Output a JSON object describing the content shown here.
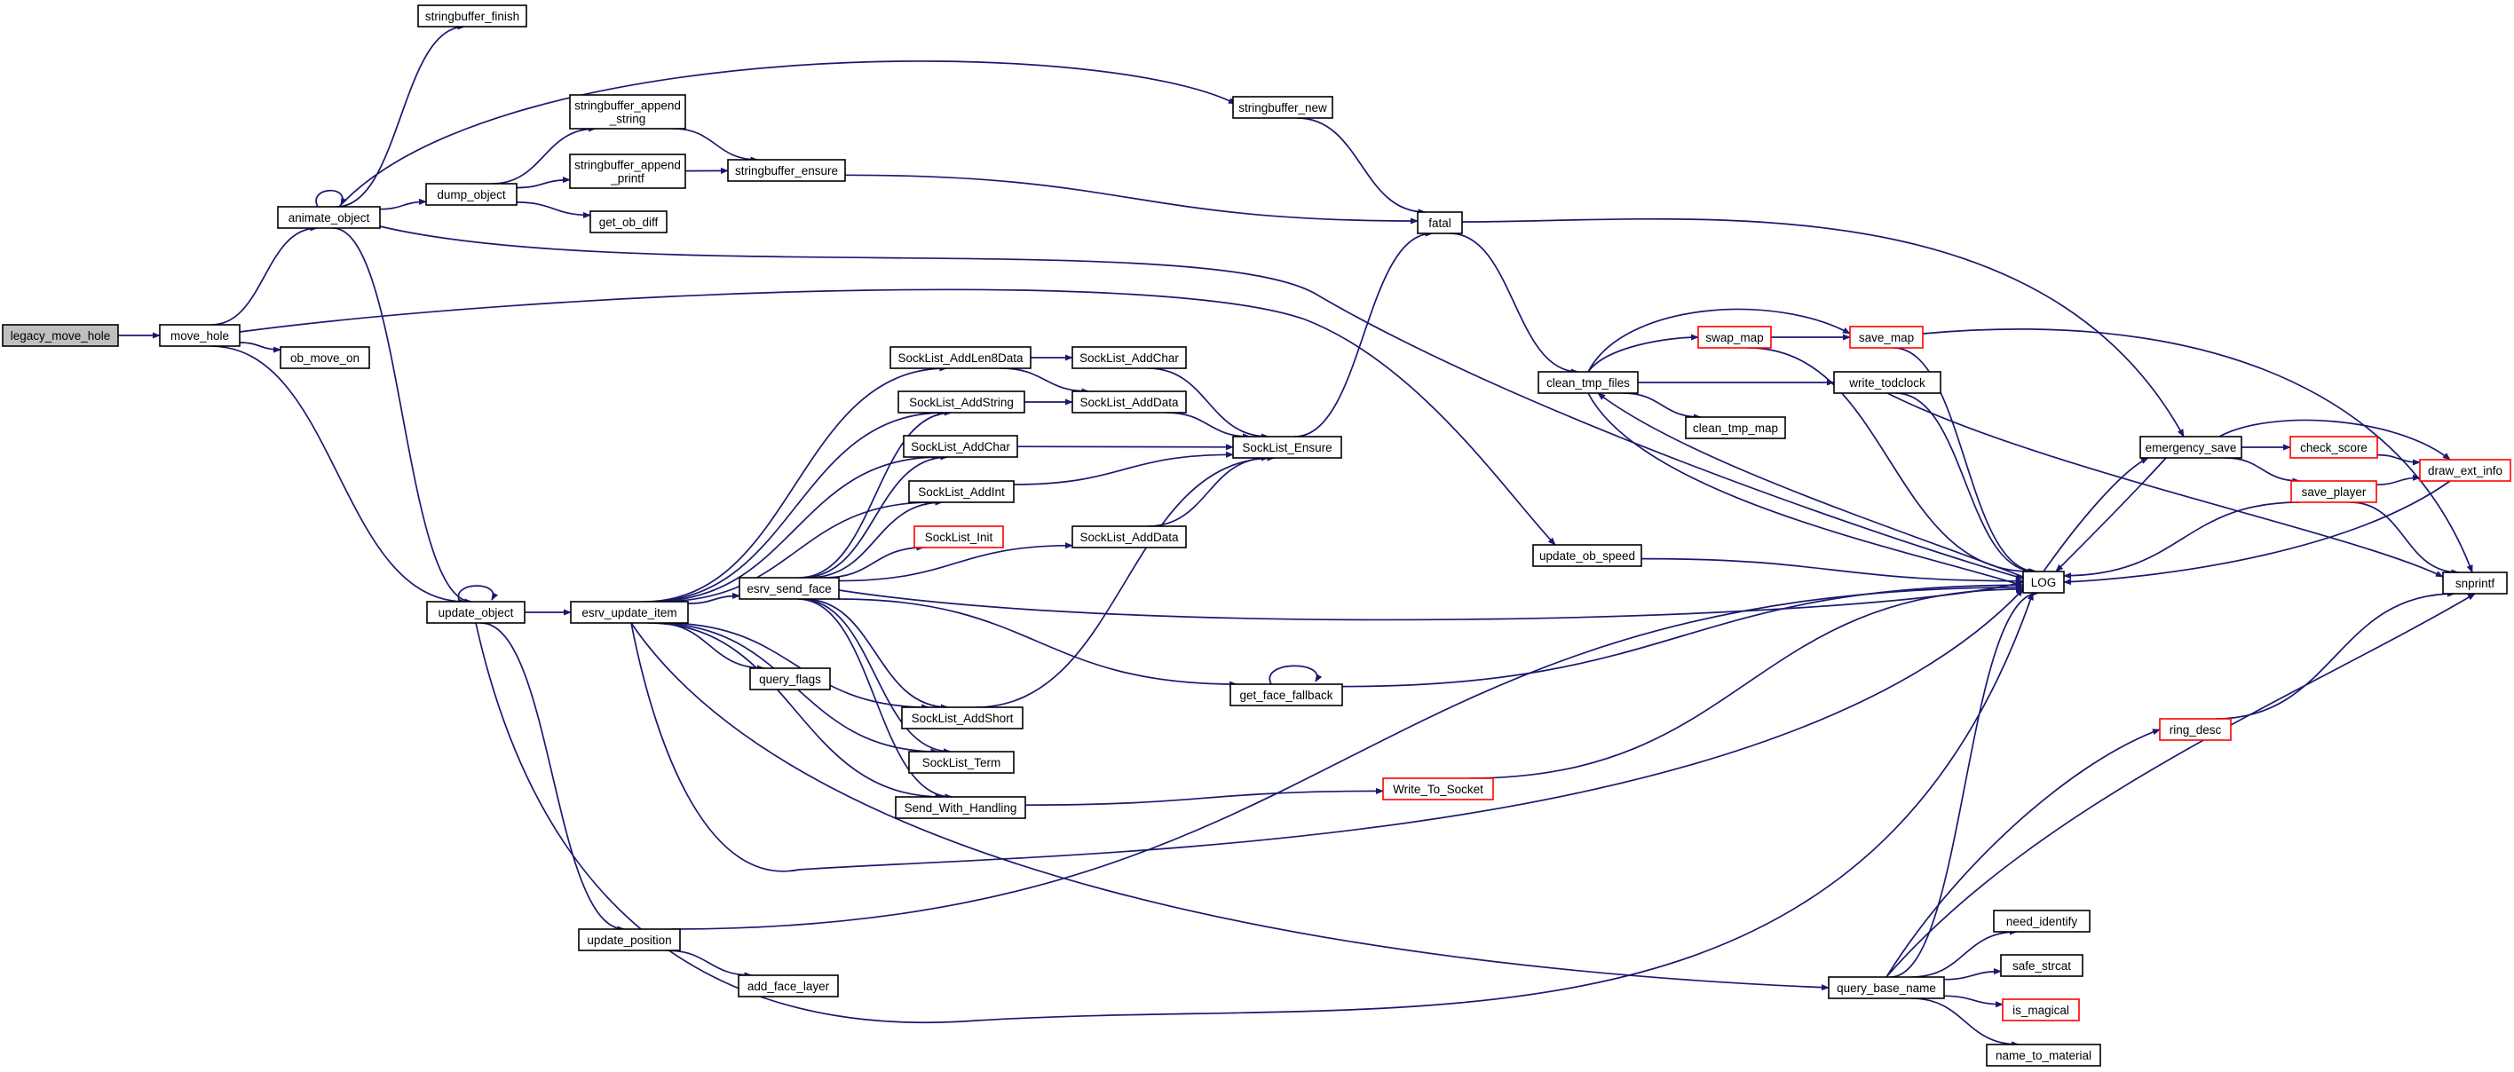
{
  "graph": {
    "kind": "doxygen-call-graph",
    "colors": {
      "edge": "#191970",
      "root_fill": "#bfbfbf",
      "truncated_border": "#ff0000",
      "node_border": "#000000"
    },
    "nodes": [
      {
        "id": "legacy_move_hole",
        "lines": [
          "legacy_move_hole"
        ],
        "style": "root"
      },
      {
        "id": "move_hole",
        "lines": [
          "move_hole"
        ]
      },
      {
        "id": "animate_object",
        "lines": [
          "animate_object"
        ]
      },
      {
        "id": "ob_move_on",
        "lines": [
          "ob_move_on"
        ]
      },
      {
        "id": "update_object",
        "lines": [
          "update_object"
        ]
      },
      {
        "id": "stringbuffer_finish",
        "lines": [
          "stringbuffer_finish"
        ]
      },
      {
        "id": "dump_object",
        "lines": [
          "dump_object"
        ]
      },
      {
        "id": "sb_append_string",
        "lines": [
          "stringbuffer_append",
          "_string"
        ]
      },
      {
        "id": "sb_append_printf",
        "lines": [
          "stringbuffer_append",
          "_printf"
        ]
      },
      {
        "id": "get_ob_diff",
        "lines": [
          "get_ob_diff"
        ]
      },
      {
        "id": "stringbuffer_ensure",
        "lines": [
          "stringbuffer_ensure"
        ]
      },
      {
        "id": "stringbuffer_new",
        "lines": [
          "stringbuffer_new"
        ]
      },
      {
        "id": "fatal",
        "lines": [
          "fatal"
        ]
      },
      {
        "id": "esrv_update_item",
        "lines": [
          "esrv_update_item"
        ]
      },
      {
        "id": "SockList_AddLen8Data",
        "lines": [
          "SockList_AddLen8Data"
        ]
      },
      {
        "id": "SockList_AddString",
        "lines": [
          "SockList_AddString"
        ]
      },
      {
        "id": "SockList_AddChar_a",
        "lines": [
          "SockList_AddChar"
        ]
      },
      {
        "id": "SockList_AddInt",
        "lines": [
          "SockList_AddInt"
        ]
      },
      {
        "id": "SockList_Init",
        "lines": [
          "SockList_Init"
        ],
        "style": "truncated"
      },
      {
        "id": "esrv_send_face",
        "lines": [
          "esrv_send_face"
        ]
      },
      {
        "id": "query_flags",
        "lines": [
          "query_flags"
        ]
      },
      {
        "id": "SockList_AddShort",
        "lines": [
          "SockList_AddShort"
        ]
      },
      {
        "id": "SockList_Term",
        "lines": [
          "SockList_Term"
        ]
      },
      {
        "id": "Send_With_Handling",
        "lines": [
          "Send_With_Handling"
        ]
      },
      {
        "id": "SockList_AddChar_b",
        "lines": [
          "SockList_AddChar"
        ]
      },
      {
        "id": "SockList_AddData_a",
        "lines": [
          "SockList_AddData"
        ]
      },
      {
        "id": "SockList_AddData_b",
        "lines": [
          "SockList_AddData"
        ]
      },
      {
        "id": "SockList_Ensure",
        "lines": [
          "SockList_Ensure"
        ]
      },
      {
        "id": "get_face_fallback",
        "lines": [
          "get_face_fallback"
        ]
      },
      {
        "id": "Write_To_Socket",
        "lines": [
          "Write_To_Socket"
        ],
        "style": "truncated"
      },
      {
        "id": "update_ob_speed",
        "lines": [
          "update_ob_speed"
        ]
      },
      {
        "id": "clean_tmp_files",
        "lines": [
          "clean_tmp_files"
        ]
      },
      {
        "id": "swap_map",
        "lines": [
          "swap_map"
        ],
        "style": "truncated"
      },
      {
        "id": "save_map",
        "lines": [
          "save_map"
        ],
        "style": "truncated"
      },
      {
        "id": "write_todclock",
        "lines": [
          "write_todclock"
        ]
      },
      {
        "id": "clean_tmp_map",
        "lines": [
          "clean_tmp_map"
        ]
      },
      {
        "id": "LOG",
        "lines": [
          "LOG"
        ]
      },
      {
        "id": "emergency_save",
        "lines": [
          "emergency_save"
        ]
      },
      {
        "id": "check_score",
        "lines": [
          "check_score"
        ],
        "style": "truncated"
      },
      {
        "id": "save_player",
        "lines": [
          "save_player"
        ],
        "style": "truncated"
      },
      {
        "id": "draw_ext_info",
        "lines": [
          "draw_ext_info"
        ],
        "style": "truncated"
      },
      {
        "id": "snprintf",
        "lines": [
          "snprintf"
        ]
      },
      {
        "id": "update_position",
        "lines": [
          "update_position"
        ]
      },
      {
        "id": "add_face_layer",
        "lines": [
          "add_face_layer"
        ]
      },
      {
        "id": "query_base_name",
        "lines": [
          "query_base_name"
        ]
      },
      {
        "id": "ring_desc",
        "lines": [
          "ring_desc"
        ],
        "style": "truncated"
      },
      {
        "id": "need_identify",
        "lines": [
          "need_identify"
        ]
      },
      {
        "id": "safe_strcat",
        "lines": [
          "safe_strcat"
        ]
      },
      {
        "id": "is_magical",
        "lines": [
          "is_magical"
        ],
        "style": "truncated"
      },
      {
        "id": "name_to_material",
        "lines": [
          "name_to_material"
        ]
      }
    ],
    "edges": [
      [
        "legacy_move_hole",
        "move_hole"
      ],
      [
        "move_hole",
        "animate_object"
      ],
      [
        "move_hole",
        "ob_move_on"
      ],
      [
        "move_hole",
        "update_object"
      ],
      [
        "move_hole",
        "update_ob_speed"
      ],
      [
        "animate_object",
        "animate_object"
      ],
      [
        "animate_object",
        "stringbuffer_finish"
      ],
      [
        "animate_object",
        "dump_object"
      ],
      [
        "animate_object",
        "stringbuffer_new"
      ],
      [
        "animate_object",
        "update_object"
      ],
      [
        "animate_object",
        "LOG"
      ],
      [
        "dump_object",
        "sb_append_string"
      ],
      [
        "dump_object",
        "sb_append_printf"
      ],
      [
        "dump_object",
        "get_ob_diff"
      ],
      [
        "sb_append_string",
        "stringbuffer_ensure"
      ],
      [
        "sb_append_printf",
        "stringbuffer_ensure"
      ],
      [
        "stringbuffer_ensure",
        "fatal"
      ],
      [
        "stringbuffer_new",
        "fatal"
      ],
      [
        "fatal",
        "clean_tmp_files"
      ],
      [
        "fatal",
        "emergency_save"
      ],
      [
        "update_object",
        "update_object"
      ],
      [
        "update_object",
        "esrv_update_item"
      ],
      [
        "update_object",
        "update_position"
      ],
      [
        "update_object",
        "LOG"
      ],
      [
        "esrv_update_item",
        "SockList_AddLen8Data"
      ],
      [
        "esrv_update_item",
        "SockList_AddString"
      ],
      [
        "esrv_update_item",
        "SockList_AddChar_a"
      ],
      [
        "esrv_update_item",
        "SockList_AddInt"
      ],
      [
        "esrv_update_item",
        "esrv_send_face"
      ],
      [
        "esrv_update_item",
        "query_flags"
      ],
      [
        "esrv_update_item",
        "SockList_AddShort"
      ],
      [
        "esrv_update_item",
        "SockList_Term"
      ],
      [
        "esrv_update_item",
        "Send_With_Handling"
      ],
      [
        "esrv_update_item",
        "LOG"
      ],
      [
        "esrv_update_item",
        "query_base_name"
      ],
      [
        "SockList_AddLen8Data",
        "SockList_AddChar_b"
      ],
      [
        "SockList_AddLen8Data",
        "SockList_AddData_a"
      ],
      [
        "SockList_AddString",
        "SockList_AddData_a"
      ],
      [
        "SockList_AddChar_a",
        "SockList_Ensure"
      ],
      [
        "SockList_AddInt",
        "SockList_Ensure"
      ],
      [
        "SockList_AddChar_b",
        "SockList_Ensure"
      ],
      [
        "SockList_AddData_a",
        "SockList_Ensure"
      ],
      [
        "SockList_AddData_b",
        "SockList_Ensure"
      ],
      [
        "SockList_AddShort",
        "SockList_Ensure"
      ],
      [
        "SockList_Ensure",
        "fatal"
      ],
      [
        "esrv_send_face",
        "SockList_AddString"
      ],
      [
        "esrv_send_face",
        "SockList_AddChar_a"
      ],
      [
        "esrv_send_face",
        "SockList_AddInt"
      ],
      [
        "esrv_send_face",
        "SockList_Init"
      ],
      [
        "esrv_send_face",
        "SockList_AddData_b"
      ],
      [
        "esrv_send_face",
        "SockList_AddShort"
      ],
      [
        "esrv_send_face",
        "SockList_Term"
      ],
      [
        "esrv_send_face",
        "Send_With_Handling"
      ],
      [
        "esrv_send_face",
        "get_face_fallback"
      ],
      [
        "esrv_send_face",
        "LOG"
      ],
      [
        "get_face_fallback",
        "get_face_fallback"
      ],
      [
        "get_face_fallback",
        "LOG"
      ],
      [
        "Send_With_Handling",
        "Write_To_Socket"
      ],
      [
        "Write_To_Socket",
        "LOG"
      ],
      [
        "update_ob_speed",
        "LOG"
      ],
      [
        "clean_tmp_files",
        "swap_map"
      ],
      [
        "clean_tmp_files",
        "save_map"
      ],
      [
        "clean_tmp_files",
        "write_todclock"
      ],
      [
        "clean_tmp_files",
        "clean_tmp_map"
      ],
      [
        "clean_tmp_files",
        "LOG"
      ],
      [
        "swap_map",
        "save_map"
      ],
      [
        "swap_map",
        "LOG"
      ],
      [
        "save_map",
        "LOG"
      ],
      [
        "save_map",
        "snprintf"
      ],
      [
        "write_todclock",
        "LOG"
      ],
      [
        "write_todclock",
        "snprintf"
      ],
      [
        "LOG",
        "clean_tmp_files"
      ],
      [
        "LOG",
        "emergency_save"
      ],
      [
        "emergency_save",
        "LOG"
      ],
      [
        "emergency_save",
        "check_score"
      ],
      [
        "emergency_save",
        "save_player"
      ],
      [
        "emergency_save",
        "draw_ext_info"
      ],
      [
        "check_score",
        "draw_ext_info"
      ],
      [
        "save_player",
        "draw_ext_info"
      ],
      [
        "save_player",
        "LOG"
      ],
      [
        "save_player",
        "snprintf"
      ],
      [
        "draw_ext_info",
        "LOG"
      ],
      [
        "update_position",
        "LOG"
      ],
      [
        "update_position",
        "add_face_layer"
      ],
      [
        "query_base_name",
        "ring_desc"
      ],
      [
        "query_base_name",
        "need_identify"
      ],
      [
        "query_base_name",
        "safe_strcat"
      ],
      [
        "query_base_name",
        "is_magical"
      ],
      [
        "query_base_name",
        "name_to_material"
      ],
      [
        "query_base_name",
        "LOG"
      ],
      [
        "query_base_name",
        "snprintf"
      ],
      [
        "ring_desc",
        "snprintf"
      ]
    ]
  }
}
